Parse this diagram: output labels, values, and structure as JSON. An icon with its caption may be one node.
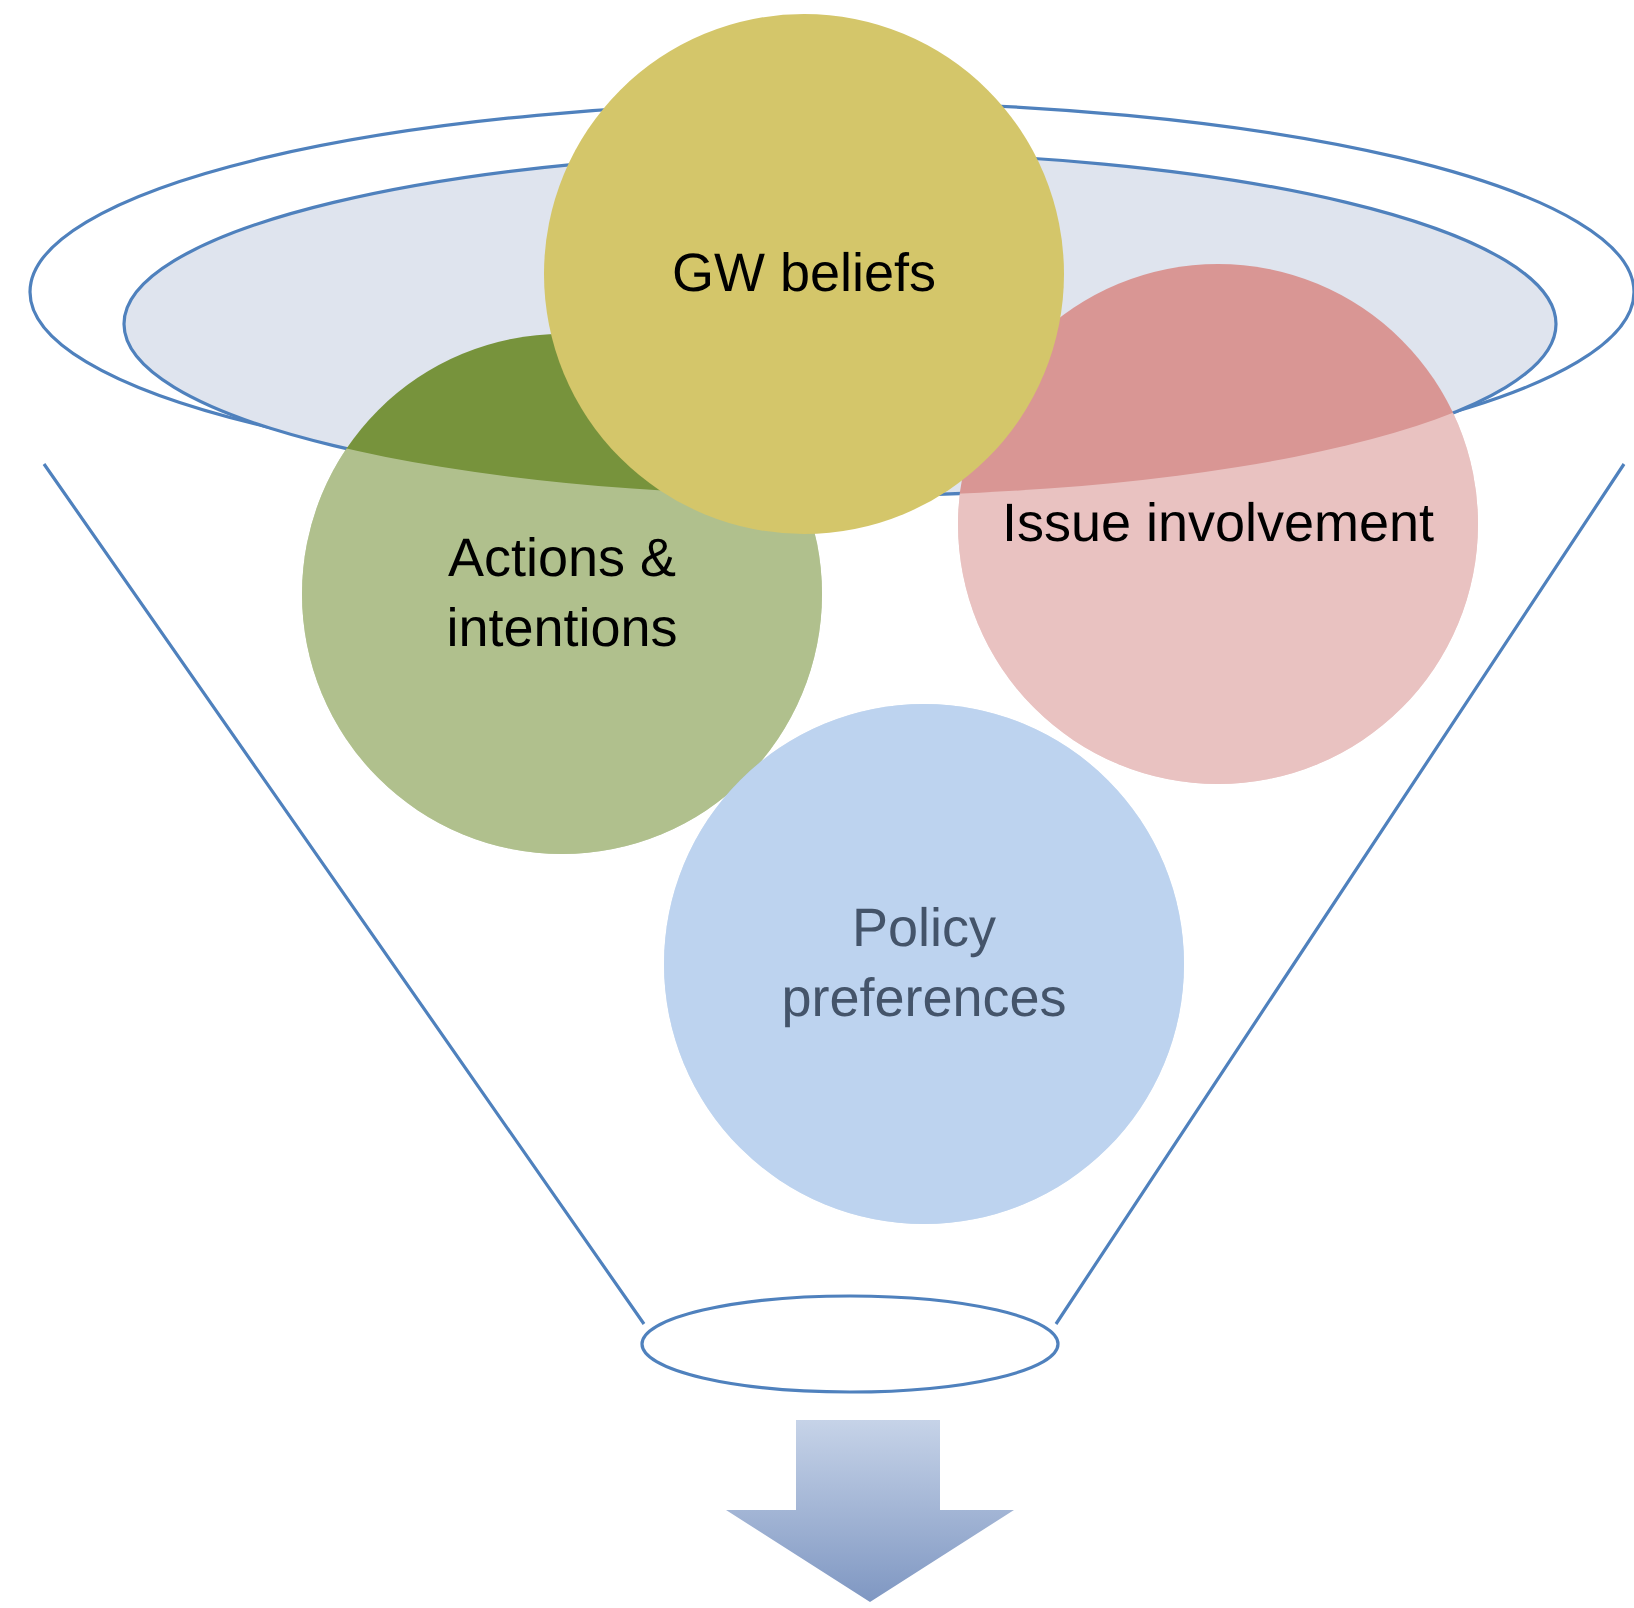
{
  "diagram": {
    "nodes": [
      {
        "text": [
          "GW beliefs"
        ]
      },
      {
        "text": [
          "Actions & intentions"
        ]
      },
      {
        "text": [
          "Issue involvement"
        ]
      },
      {
        "text": [
          "Policy preferences"
        ]
      }
    ]
  }
}
